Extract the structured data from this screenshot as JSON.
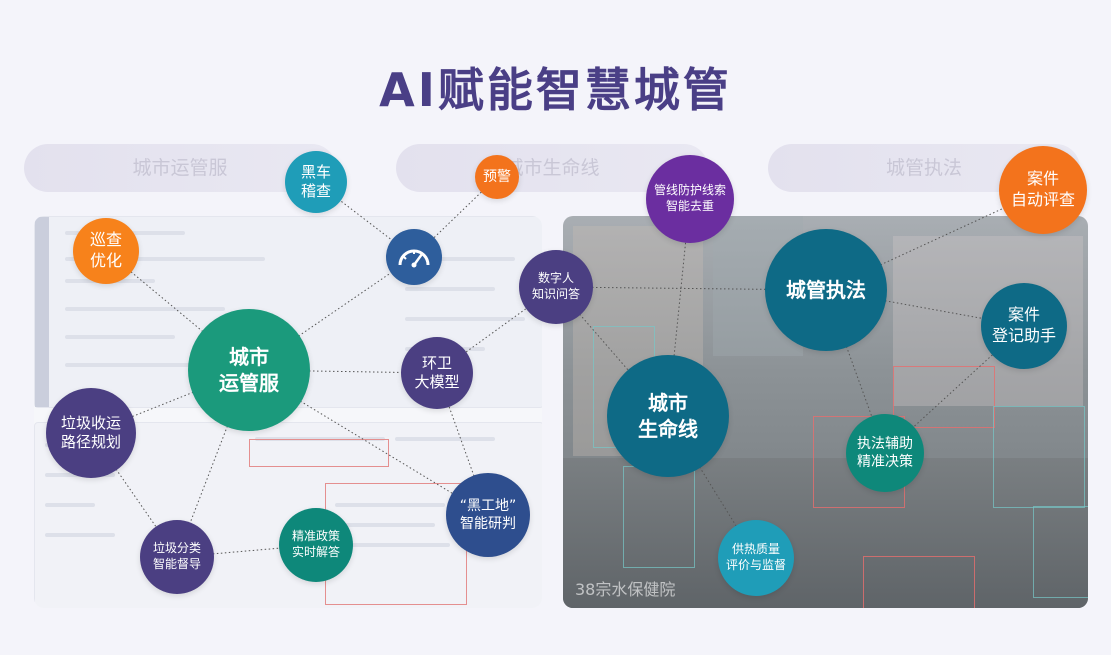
{
  "title": "AI赋能智慧城管",
  "pills": {
    "left": "城市运管服",
    "middle": "城市生命线",
    "right": "城管执法"
  },
  "panel_right_watermark": "38宗水保健院",
  "nodes": {
    "city_ops": "城市\n运管服",
    "patrol": "巡查\n优化",
    "black_car": "黑车\n稽查",
    "warning": "预警",
    "garbage_route": "垃圾收运\n路径规划",
    "sanitation": "环卫\n大模型",
    "garbage_sort": "垃圾分类\n智能督导",
    "policy": "精准政策\n实时解答",
    "black_site": "“黑工地”\n智能研判",
    "digital_human": "数字人\n知识问答",
    "pipeline": "管线防护线索\n智能去重",
    "lifeline": "城市\n生命线",
    "heating": "供热质量\n评价与监督",
    "enforcement": "城管执法",
    "auto_review": "案件\n自动评查",
    "register": "案件\n登记助手",
    "assist_decision": "执法辅助\n精准决策"
  },
  "colors": {
    "title": "#4a3f86",
    "teal": "#1b9a7c",
    "purple": "#4b3f82",
    "orange": "#f7821b",
    "cyan": "#1f9db8",
    "blue": "#2e5e9c",
    "violet": "#6b2ea0",
    "petrol": "#0e6a86",
    "green": "#0e887a"
  },
  "icons": {
    "speedometer": "speedometer-icon"
  }
}
